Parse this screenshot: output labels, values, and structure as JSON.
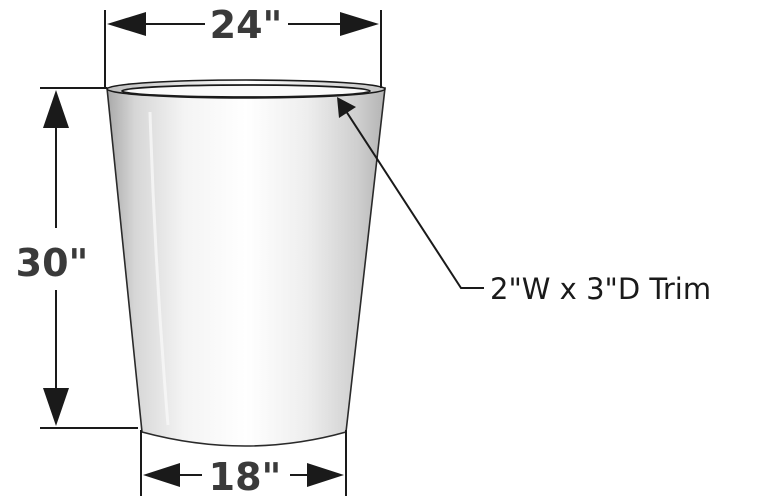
{
  "dimensions": {
    "top_width": "24\"",
    "height": "30\"",
    "bottom_width": "18\""
  },
  "callout": {
    "label": "2\"W x 3\"D Trim"
  },
  "colors": {
    "line": "#1a1a1a",
    "dimension_text": "#3a3a3a",
    "body_light": "#ffffff",
    "body_shadow": "#a9a9a9"
  }
}
